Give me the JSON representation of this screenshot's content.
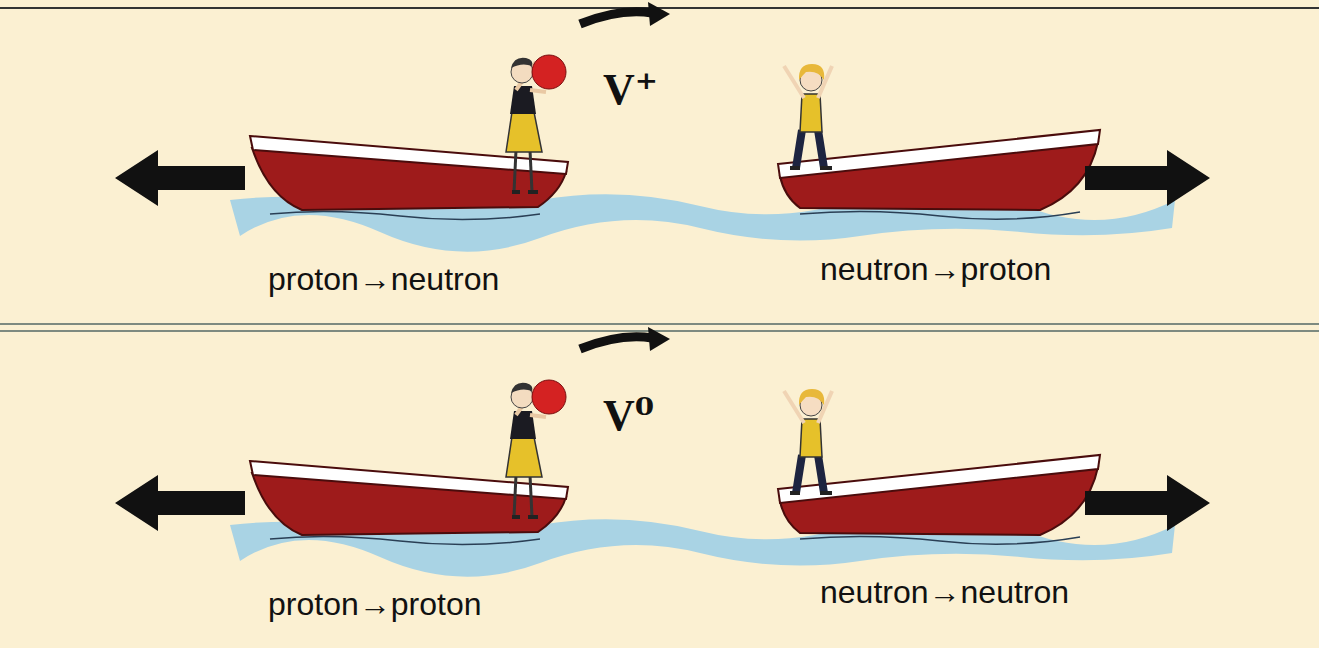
{
  "diagram": {
    "labels": [
      "V⁺",
      "proton→neutron",
      "neutron→proton",
      "V⁰",
      "proton→proton",
      "neutron→neutron"
    ]
  }
}
